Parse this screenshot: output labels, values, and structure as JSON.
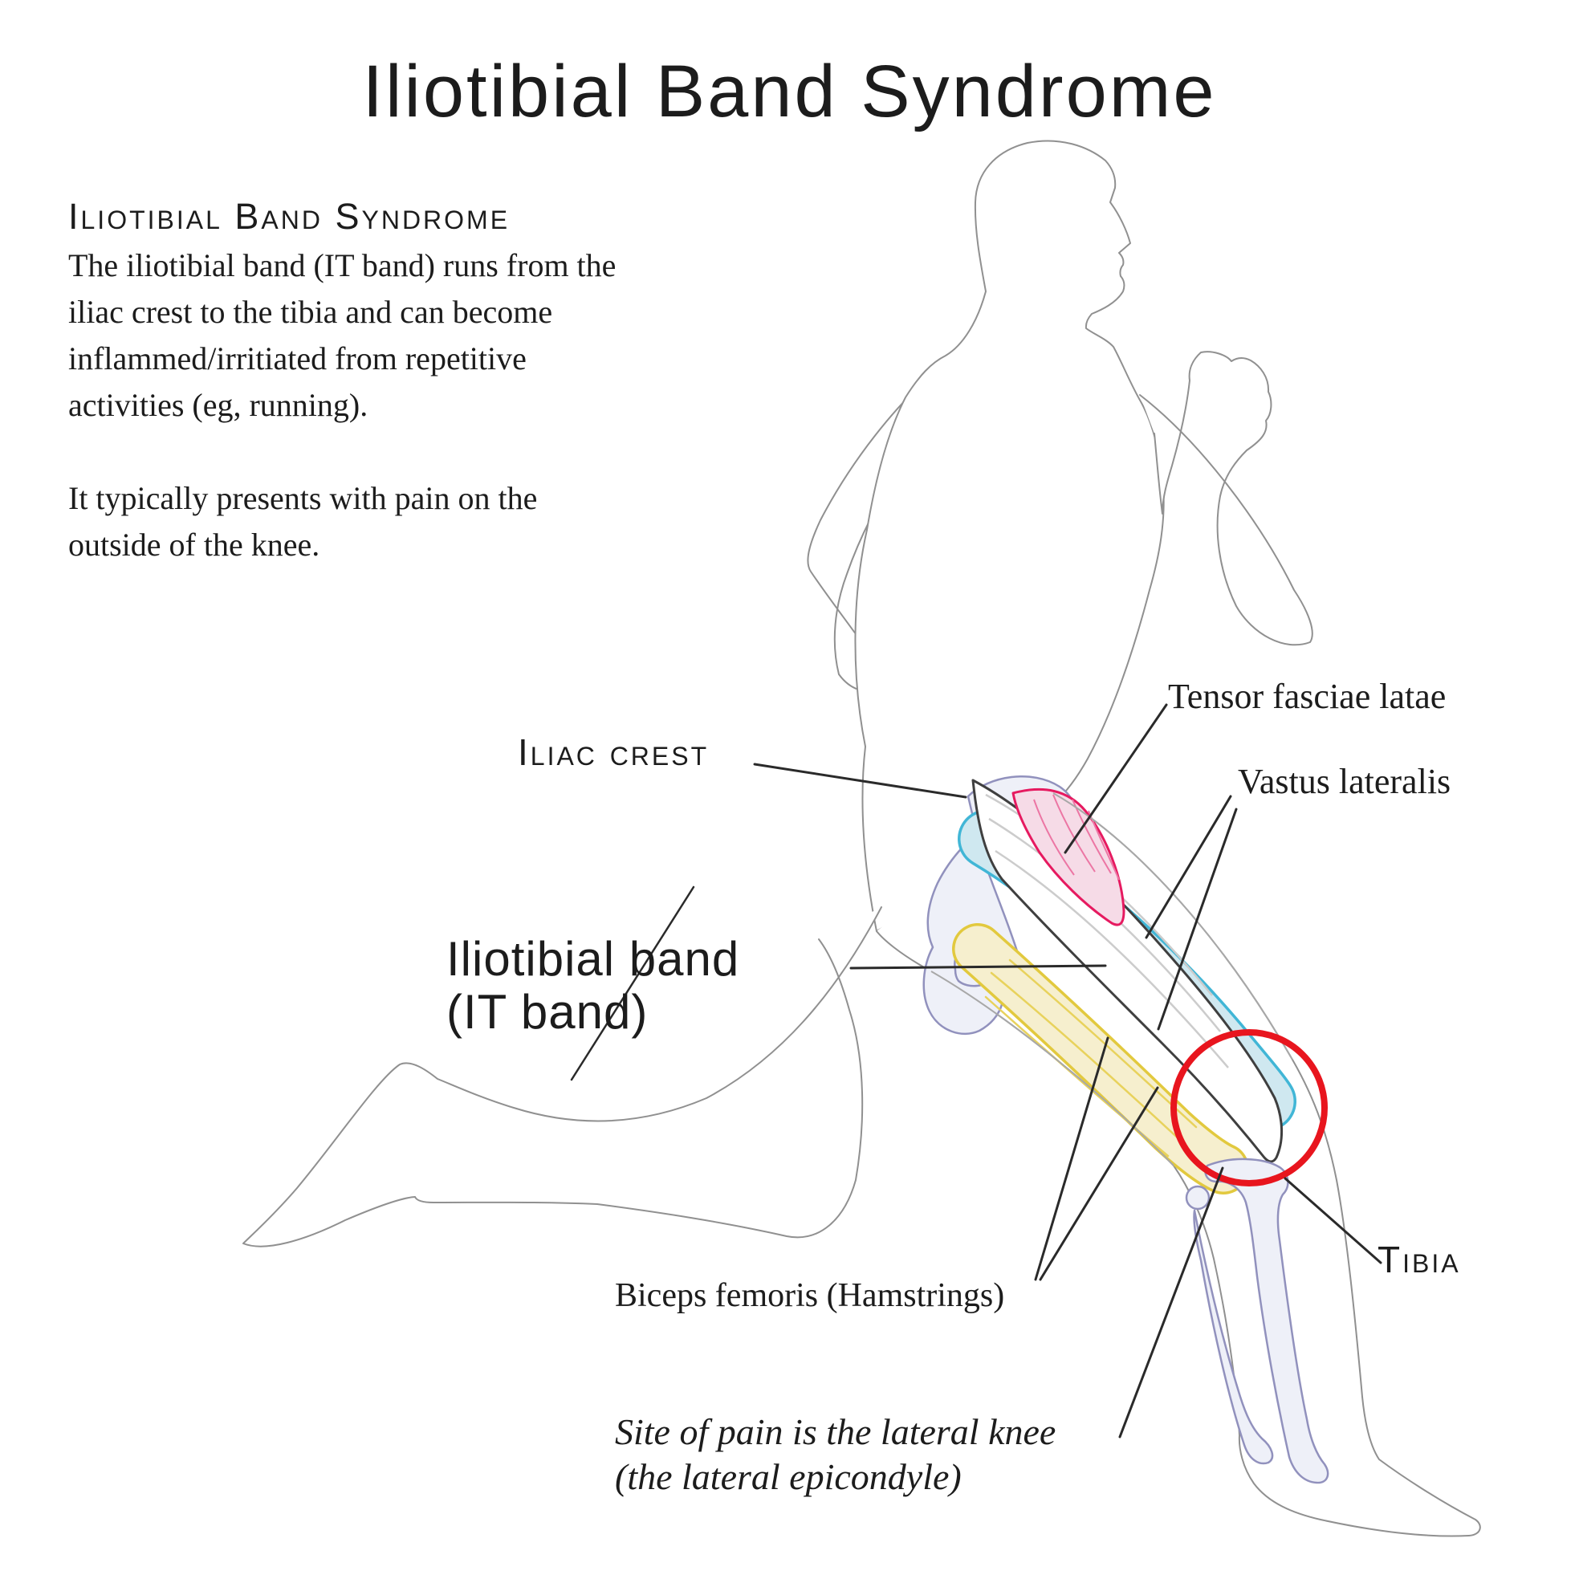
{
  "page": {
    "title": "Iliotibial Band Syndrome"
  },
  "intro": {
    "heading": "Iliotibial Band Syndrome",
    "paragraph1": [
      "The iliotibial band (IT band) runs from the",
      "iliac crest to the tibia and can become",
      "inflammed/irritiated from repetitive",
      "activities (eg, running)."
    ],
    "paragraph2": [
      "It typically presents with pain on the",
      "outside of the knee."
    ]
  },
  "annotations": {
    "tensor_fasciae_latae": "Tensor fasciae latae",
    "vastus_lateralis": "Vastus lateralis",
    "iliac_crest": "Iliac crest",
    "iliotibial_band_line1": "Iliotibial band",
    "iliotibial_band_line2": "(IT band)",
    "biceps_femoris": "Biceps femoris (Hamstrings)",
    "tibia": "Tibia",
    "pain_note_line1": "Site of pain is the lateral knee",
    "pain_note_line2": "(the lateral epicondyle)"
  },
  "colors": {
    "text": "#1c1c1c",
    "figure_outline": "#909090",
    "bone_stroke": "#9191bd",
    "bone_fill": "#eef0f8",
    "tensor_stroke": "#e61a60",
    "tensor_fill": "#f6dbe7",
    "tensor_striation": "#ec76a4",
    "vastus_stroke": "#41b6d6",
    "vastus_fill": "#cfe8f0",
    "biceps_stroke": "#e2c93e",
    "biceps_fill": "#f6efce",
    "biceps_striation": "#e8d25c",
    "itband_edge": "#3f3f3f",
    "itband_fill": "#ffffff",
    "itband_striation": "#cccccc",
    "pain_circle": "#e8151e",
    "leader_line": "#2a2a2a"
  }
}
